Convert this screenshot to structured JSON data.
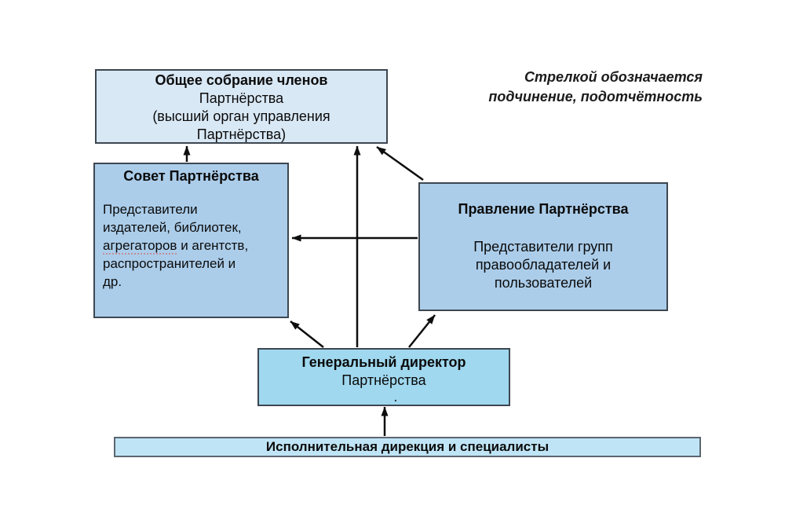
{
  "annotation": {
    "line1": "Стрелкой обозначается",
    "line2": "подчинение, подотчётность"
  },
  "boxes": {
    "assembly": {
      "title": "Общее собрание членов",
      "line2": "Партнёрства",
      "line3": "(высший орган управления",
      "line4": "Партнёрства)"
    },
    "council": {
      "title": "Совет Партнёрства",
      "line1": "Представители",
      "line2": "издателей, библиотек,",
      "line3_word": "агрегаторов",
      "line3_rest": " и агентств,",
      "line4": "распространителей и",
      "line5": "др."
    },
    "board": {
      "title": "Правление Партнёрства",
      "line1": "Представители групп",
      "line2": "правообладателей и",
      "line3": "пользователей"
    },
    "director": {
      "title": "Генеральный директор",
      "subtitle": "Партнёрства",
      "stray_dot": "."
    },
    "directorate": {
      "title": "Исполнительная дирекция и специалисты"
    }
  },
  "arrows": [
    {
      "from": "council",
      "to": "assembly"
    },
    {
      "from": "director",
      "to": "assembly"
    },
    {
      "from": "board",
      "to": "assembly"
    },
    {
      "from": "board",
      "to": "council"
    },
    {
      "from": "director",
      "to": "council"
    },
    {
      "from": "director",
      "to": "board"
    },
    {
      "from": "directorate",
      "to": "director"
    }
  ],
  "colors": {
    "assembly_fill": "#d9e8f5",
    "council_fill": "#abcdea",
    "board_fill": "#abcdea",
    "director_fill": "#9fd8ef",
    "directorate_fill": "#bfe4f5",
    "box_border": "#3d4650",
    "bar_border": "#5c6670",
    "arrow": "#0e0e0e",
    "note_color": "#1b1b1b"
  }
}
